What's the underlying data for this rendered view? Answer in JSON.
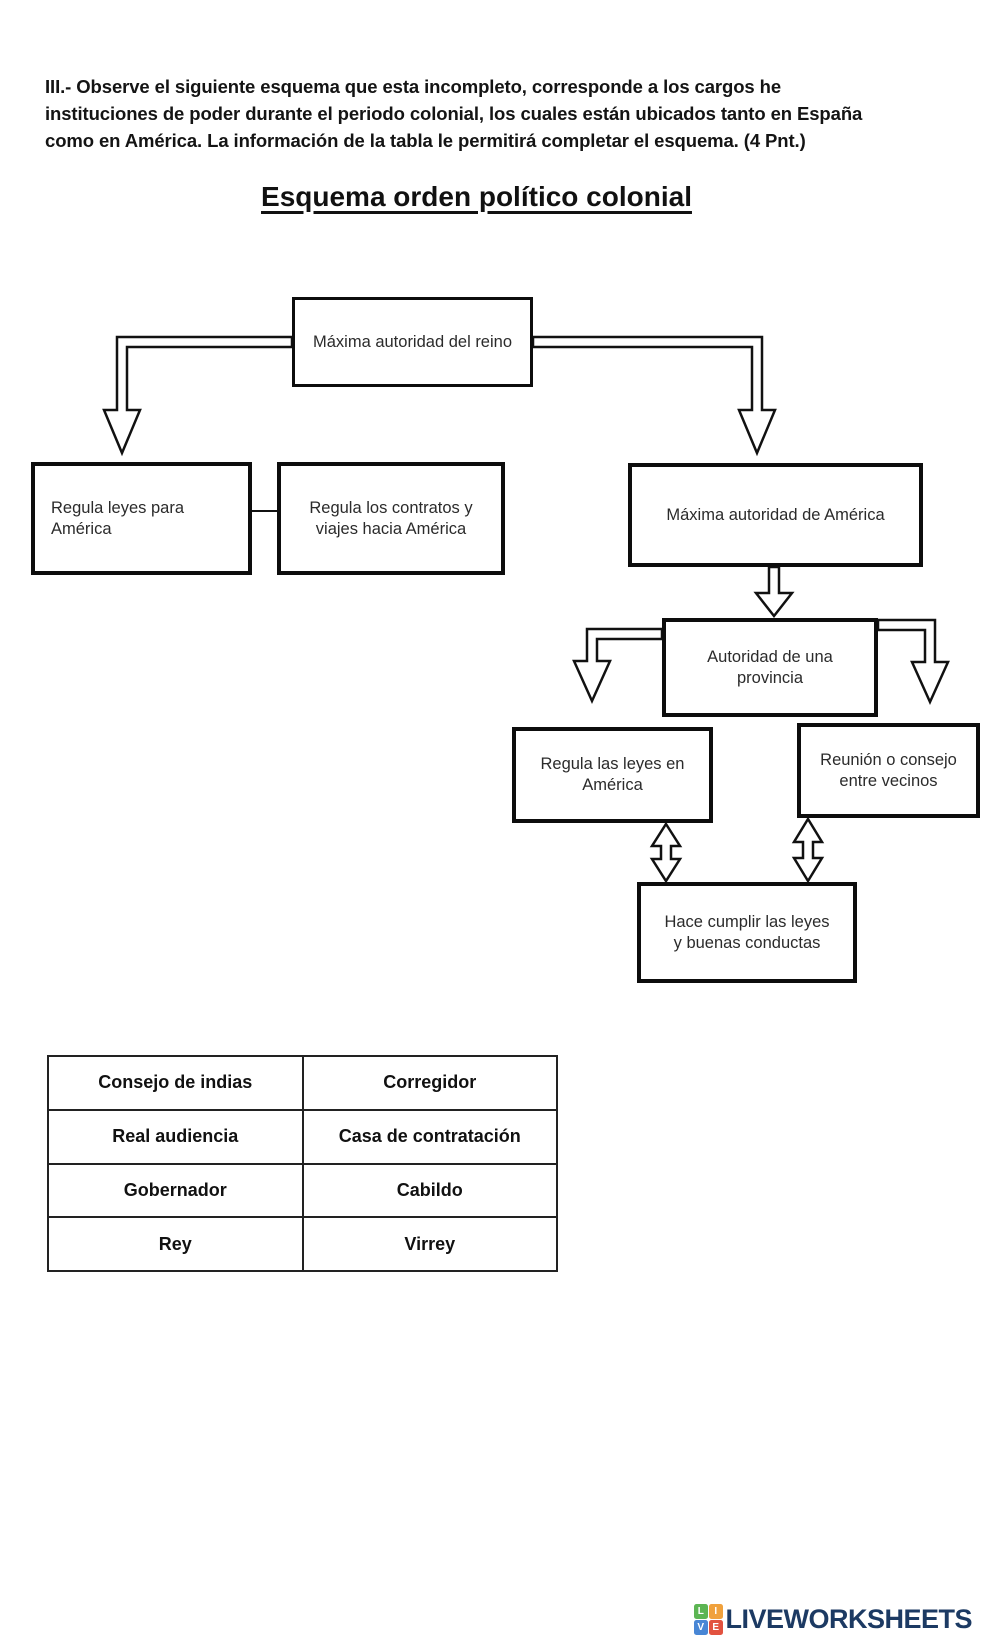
{
  "instructions": {
    "lines": [
      "III.- Observe el siguiente esquema que esta incompleto, corresponde a los cargos he",
      "instituciones de poder durante el periodo colonial, los cuales están ubicados tanto en España",
      "como en América. La información de la tabla le permitirá completar el esquema. (4 Pnt.)"
    ]
  },
  "title": "Esquema orden político colonial",
  "diagram": {
    "boxes": {
      "reino": "Máxima autoridad del reino",
      "regula_leyes_para_america": "Regula leyes para\nAmérica",
      "regula_contratos": "Regula los contratos y\nviajes hacia América",
      "maxima_autoridad_america": "Máxima autoridad de América",
      "autoridad_provincia": "Autoridad de una\nprovincia",
      "regula_leyes_en_america": "Regula las leyes en\nAmérica",
      "reunion_consejo": "Reunión o consejo\nentre vecinos",
      "hace_cumplir": "Hace cumplir las leyes\ny buenas conductas"
    }
  },
  "answer_table": {
    "rows": [
      [
        "Consejo de indias",
        "Corregidor"
      ],
      [
        "Real audiencia",
        "Casa de contratación"
      ],
      [
        "Gobernador",
        "Cabildo"
      ],
      [
        "Rey",
        "Virrey"
      ]
    ]
  },
  "footer": {
    "logo_text": "LIVEWORKSHEETS",
    "logo_text_color": "#1c3a63",
    "logo_tiles": [
      {
        "letter": "L",
        "color": "#5cb553"
      },
      {
        "letter": "I",
        "color": "#f0a13c"
      },
      {
        "letter": "V",
        "color": "#4886d5"
      },
      {
        "letter": "E",
        "color": "#e2523f"
      }
    ]
  }
}
